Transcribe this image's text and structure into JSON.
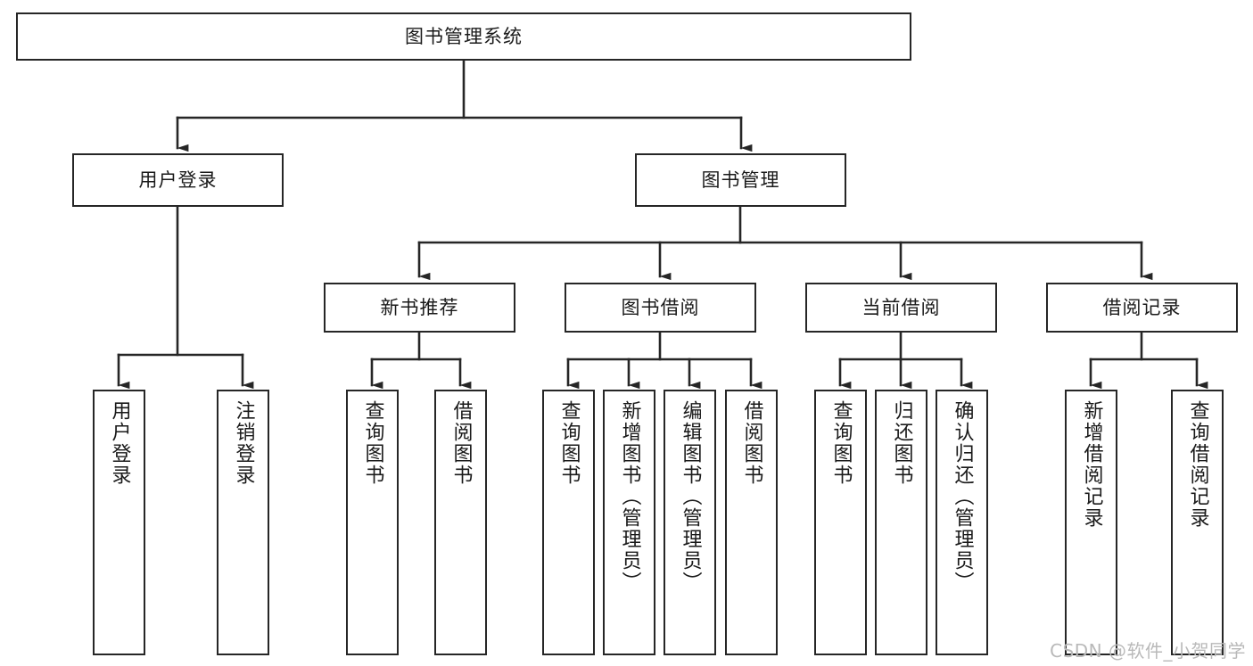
{
  "diagram": {
    "title": "图书管理系统",
    "type": "tree-hierarchy-diagram",
    "colors": {
      "box_border": "#262626",
      "box_fill": "#ffffff",
      "line": "#262626",
      "text": "#1a1a1a",
      "watermark": "#b9b9b9",
      "background": "#ffffff"
    },
    "root": {
      "label": "图书管理系统"
    },
    "level2": [
      {
        "label": "用户登录"
      },
      {
        "label": "图书管理"
      }
    ],
    "level3": [
      {
        "label": "新书推荐"
      },
      {
        "label": "图书借阅"
      },
      {
        "label": "当前借阅"
      },
      {
        "label": "借阅记录"
      }
    ],
    "leaves": {
      "user_login": [
        {
          "label": "用户登录"
        },
        {
          "label": "注销登录"
        }
      ],
      "new_book_recommend": [
        {
          "label": "查询图书"
        },
        {
          "label": "借阅图书"
        }
      ],
      "book_borrow": [
        {
          "label": "查询图书"
        },
        {
          "label": "新增图书（管理员）"
        },
        {
          "label": "编辑图书（管理员）"
        },
        {
          "label": "借阅图书"
        }
      ],
      "current_borrow": [
        {
          "label": "查询图书"
        },
        {
          "label": "归还图书"
        },
        {
          "label": "确认归还（管理员）"
        }
      ],
      "borrow_record": [
        {
          "label": "新增借阅记录"
        },
        {
          "label": "查询借阅记录"
        }
      ]
    }
  },
  "watermark": {
    "text": "CSDN @软件_小贺同学"
  }
}
